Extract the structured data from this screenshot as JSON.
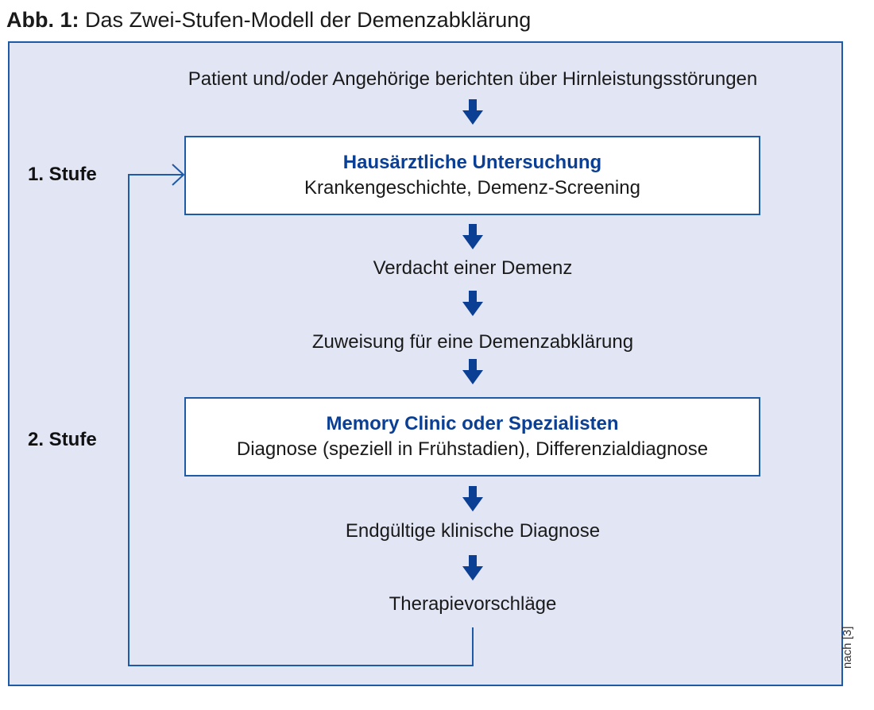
{
  "figure": {
    "label": "Abb. 1:",
    "title": "Das Zwei-Stufen-Modell der Demenzabklärung",
    "source": "nach [3]"
  },
  "colors": {
    "frame_bg": "#e2e5f4",
    "accent": "#1f5aa6",
    "arrow": "#0b3f94",
    "heading": "#0b3f94"
  },
  "stages": [
    {
      "label": "1. Stufe"
    },
    {
      "label": "2. Stufe"
    }
  ],
  "flow": {
    "start": "Patient und/oder Angehörige berichten über Hirnleistungsstörungen",
    "box1": {
      "title": "Hausärztliche Untersuchung",
      "subtitle": "Krankengeschichte, Demenz-Screening"
    },
    "step2": "Verdacht einer Demenz",
    "step3": "Zuweisung für eine Demenzabklärung",
    "box2": {
      "title": "Memory Clinic oder Spezialisten",
      "subtitle": "Diagnose (speziell in Frühstadien), Differenzialdiagnose"
    },
    "step4": "Endgültige klinische Diagnose",
    "step5": "Therapievorschläge"
  },
  "arrows": [
    {
      "icon": "arrow-down-icon"
    },
    {
      "icon": "arrow-down-icon"
    },
    {
      "icon": "arrow-down-icon"
    },
    {
      "icon": "arrow-down-icon"
    },
    {
      "icon": "arrow-down-icon"
    },
    {
      "icon": "arrow-down-icon"
    }
  ],
  "feedback_loop": {
    "from": "Therapievorschläge",
    "to": "Hausärztliche Untersuchung"
  }
}
